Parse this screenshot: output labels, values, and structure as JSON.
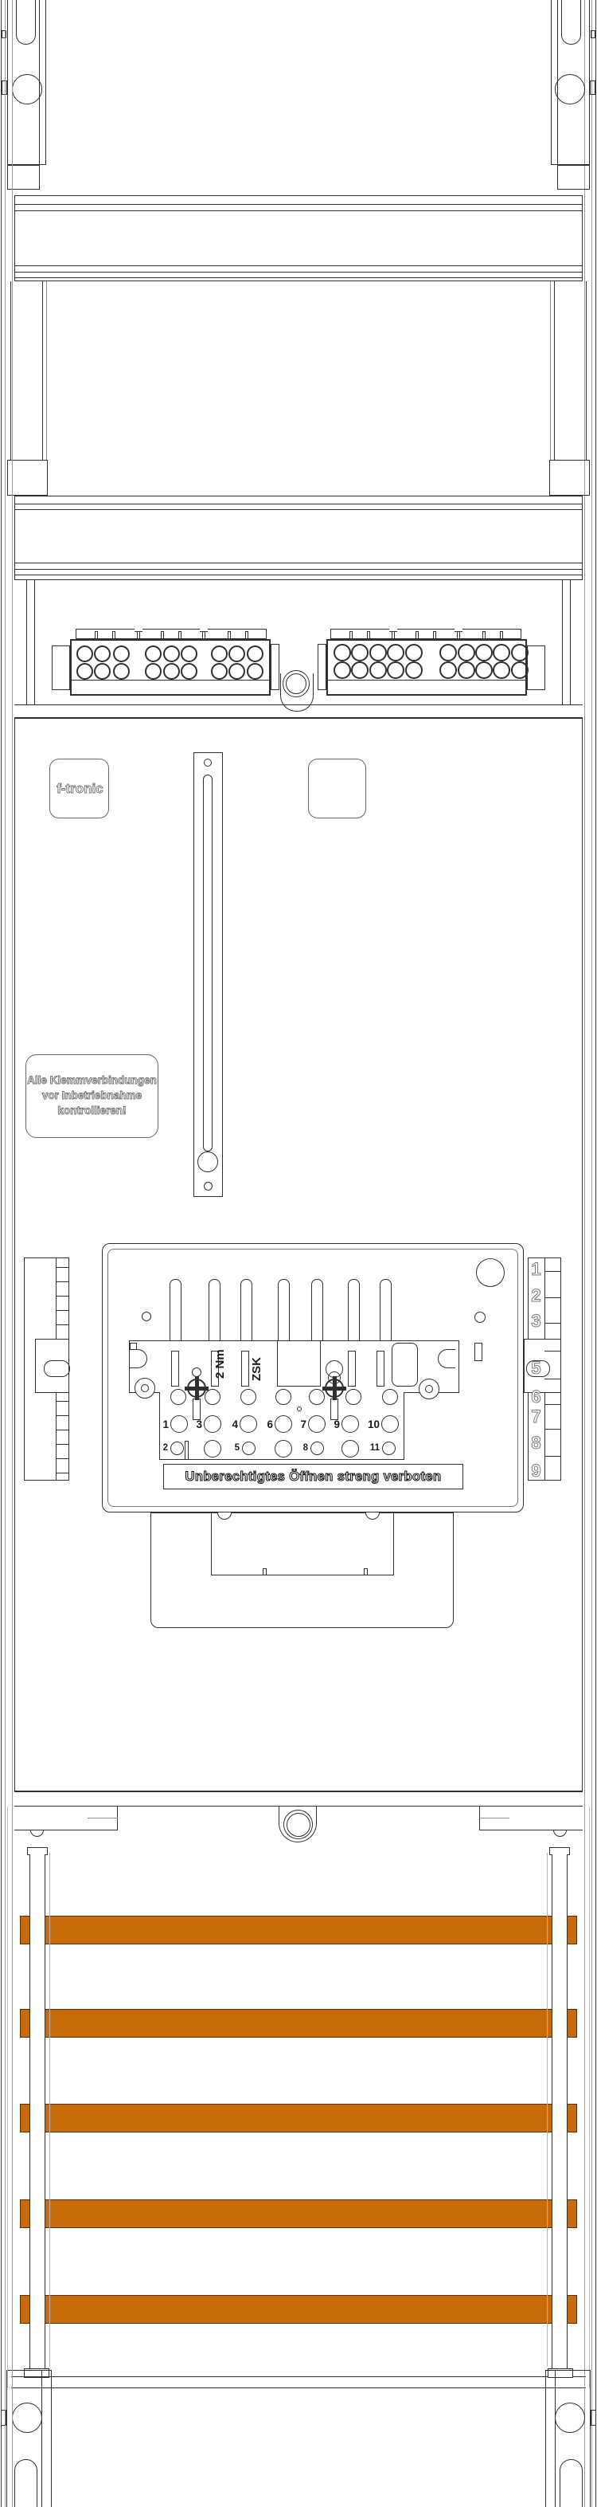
{
  "drawing": {
    "kind": "meter-cabinet-technical-drawing",
    "brand_logo": "f-tronic"
  },
  "colors": {
    "line": "#2f2f2f",
    "light_line": "#8a8a8a",
    "busbar_fill": "#c86a08",
    "busbar_border": "#53300a"
  },
  "warning_label": {
    "lines": [
      "Alle Klemmverbindungen",
      "vor Inbetriebnahme",
      "kontrollieren!"
    ]
  },
  "terminal_device": {
    "torque_label": "2 Nm",
    "model_label": "ZSK",
    "prohibition_label": "Unberechtigtes Öffnen streng verboten",
    "scale_numbers": [
      "1",
      "2",
      "3",
      "",
      "5",
      "6",
      "7",
      "8",
      "9"
    ],
    "terminal_numbers_mid_row": [
      "1",
      "3",
      "4",
      "6",
      "7",
      "9",
      "10"
    ],
    "terminal_numbers_bottom_row": [
      "2",
      "5",
      "8",
      "11"
    ]
  },
  "terminal_blocks": {
    "left_block": {
      "rows": 2,
      "cols": 9
    },
    "right_block": {
      "rows": 2,
      "cols": 10
    }
  },
  "busbars": {
    "count": 5
  }
}
